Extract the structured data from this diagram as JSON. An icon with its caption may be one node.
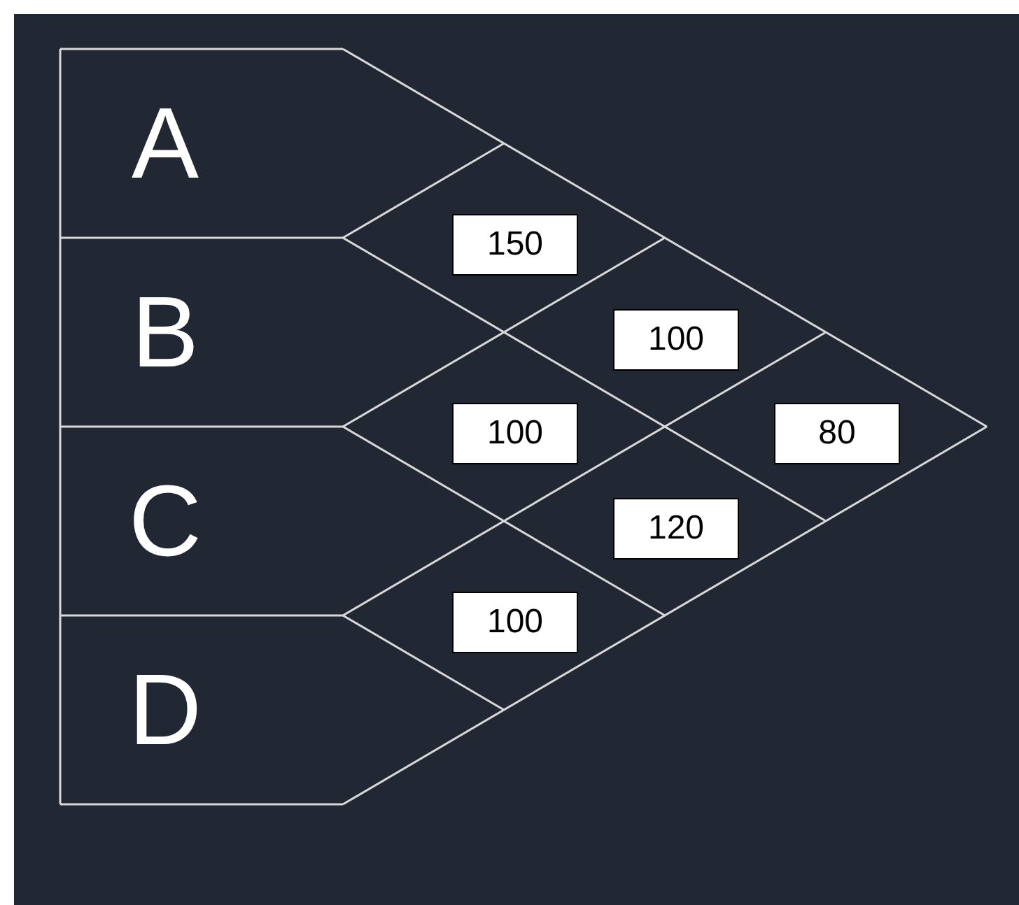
{
  "diagram": {
    "nodes": [
      {
        "text": [
          "A"
        ]
      },
      {
        "text": [
          "B"
        ]
      },
      {
        "text": [
          "C"
        ]
      },
      {
        "text": [
          "D"
        ]
      },
      {
        "text": [
          "150"
        ]
      },
      {
        "text": [
          "100"
        ]
      },
      {
        "text": [
          "100"
        ]
      },
      {
        "text": [
          "80"
        ]
      },
      {
        "text": [
          "120"
        ]
      },
      {
        "text": [
          "100"
        ]
      }
    ]
  }
}
